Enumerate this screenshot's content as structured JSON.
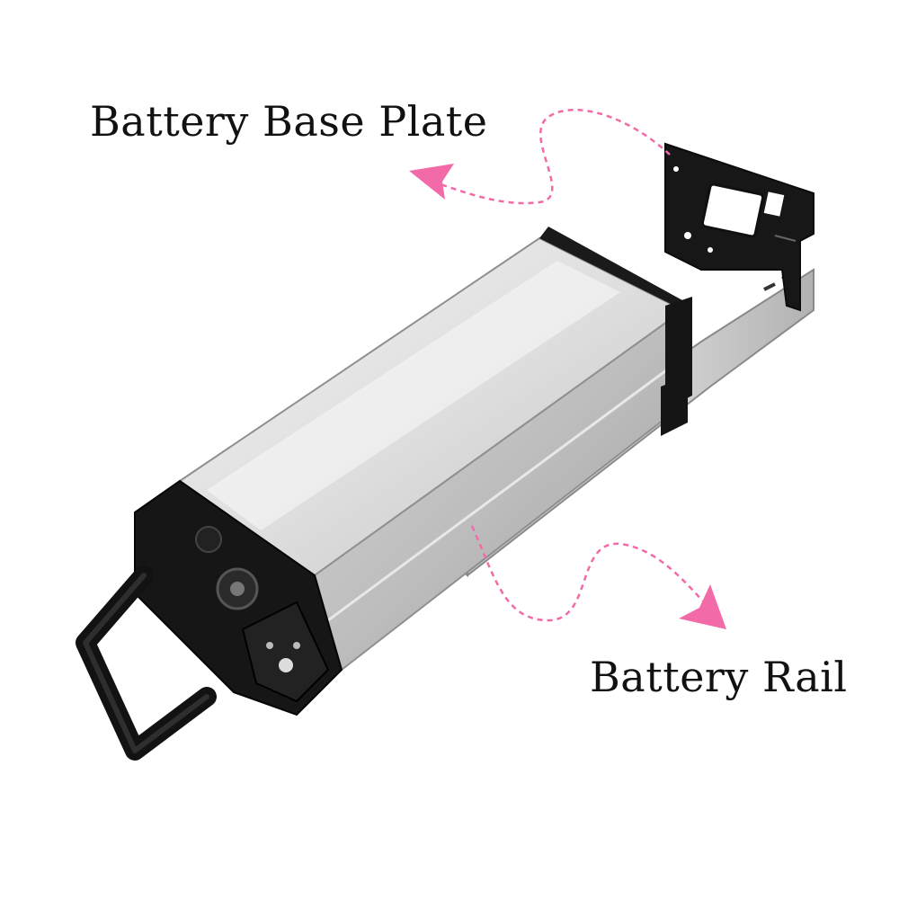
{
  "labels": {
    "base_plate": "Battery Base Plate",
    "rail": "Battery Rail"
  },
  "colors": {
    "arrow": "#f26aa8",
    "aluminum_light": "#eeeeee",
    "aluminum_mid": "#cfcfcf",
    "aluminum_dark": "#a9a9a9",
    "plastic_black": "#151515"
  },
  "icons": {
    "arrow_head": "pink-arrow-head"
  }
}
